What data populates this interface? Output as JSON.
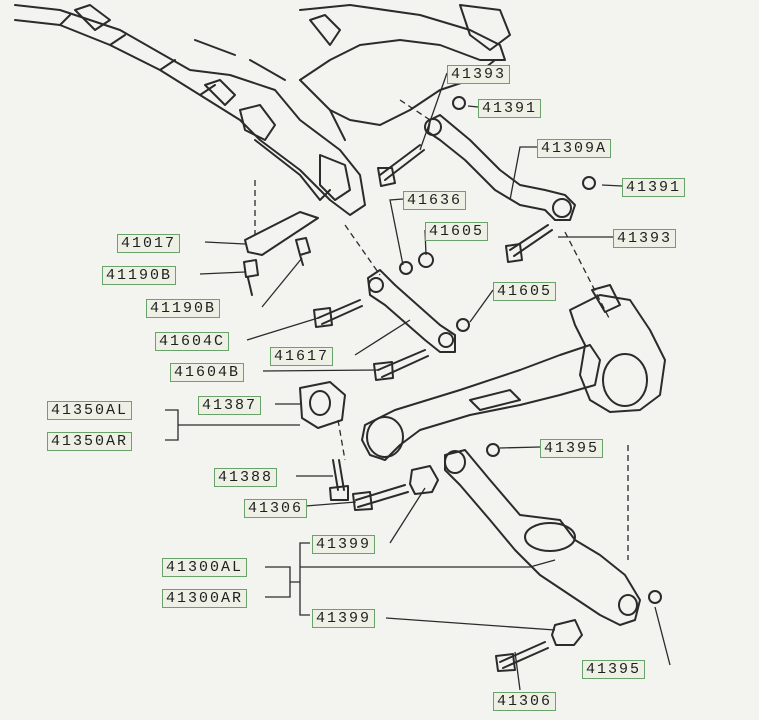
{
  "labels": {
    "l41393_top": "41393",
    "l41391_top": "41391",
    "l41309A": "41309A",
    "l41391_mid": "41391",
    "l41636": "41636",
    "l41605_a": "41605",
    "l41393_mid": "41393",
    "l41017": "41017",
    "l41190B_a": "41190B",
    "l41190B_b": "41190B",
    "l41605_b": "41605",
    "l41604C": "41604C",
    "l41617": "41617",
    "l41604B": "41604B",
    "l41350AL": "41350AL",
    "l41387": "41387",
    "l41350AR": "41350AR",
    "l41395_a": "41395",
    "l41388": "41388",
    "l41306_a": "41306",
    "l41399_a": "41399",
    "l41300AL": "41300AL",
    "l41300AR": "41300AR",
    "l41399_b": "41399",
    "l41395_b": "41395",
    "l41306_b": "41306"
  }
}
